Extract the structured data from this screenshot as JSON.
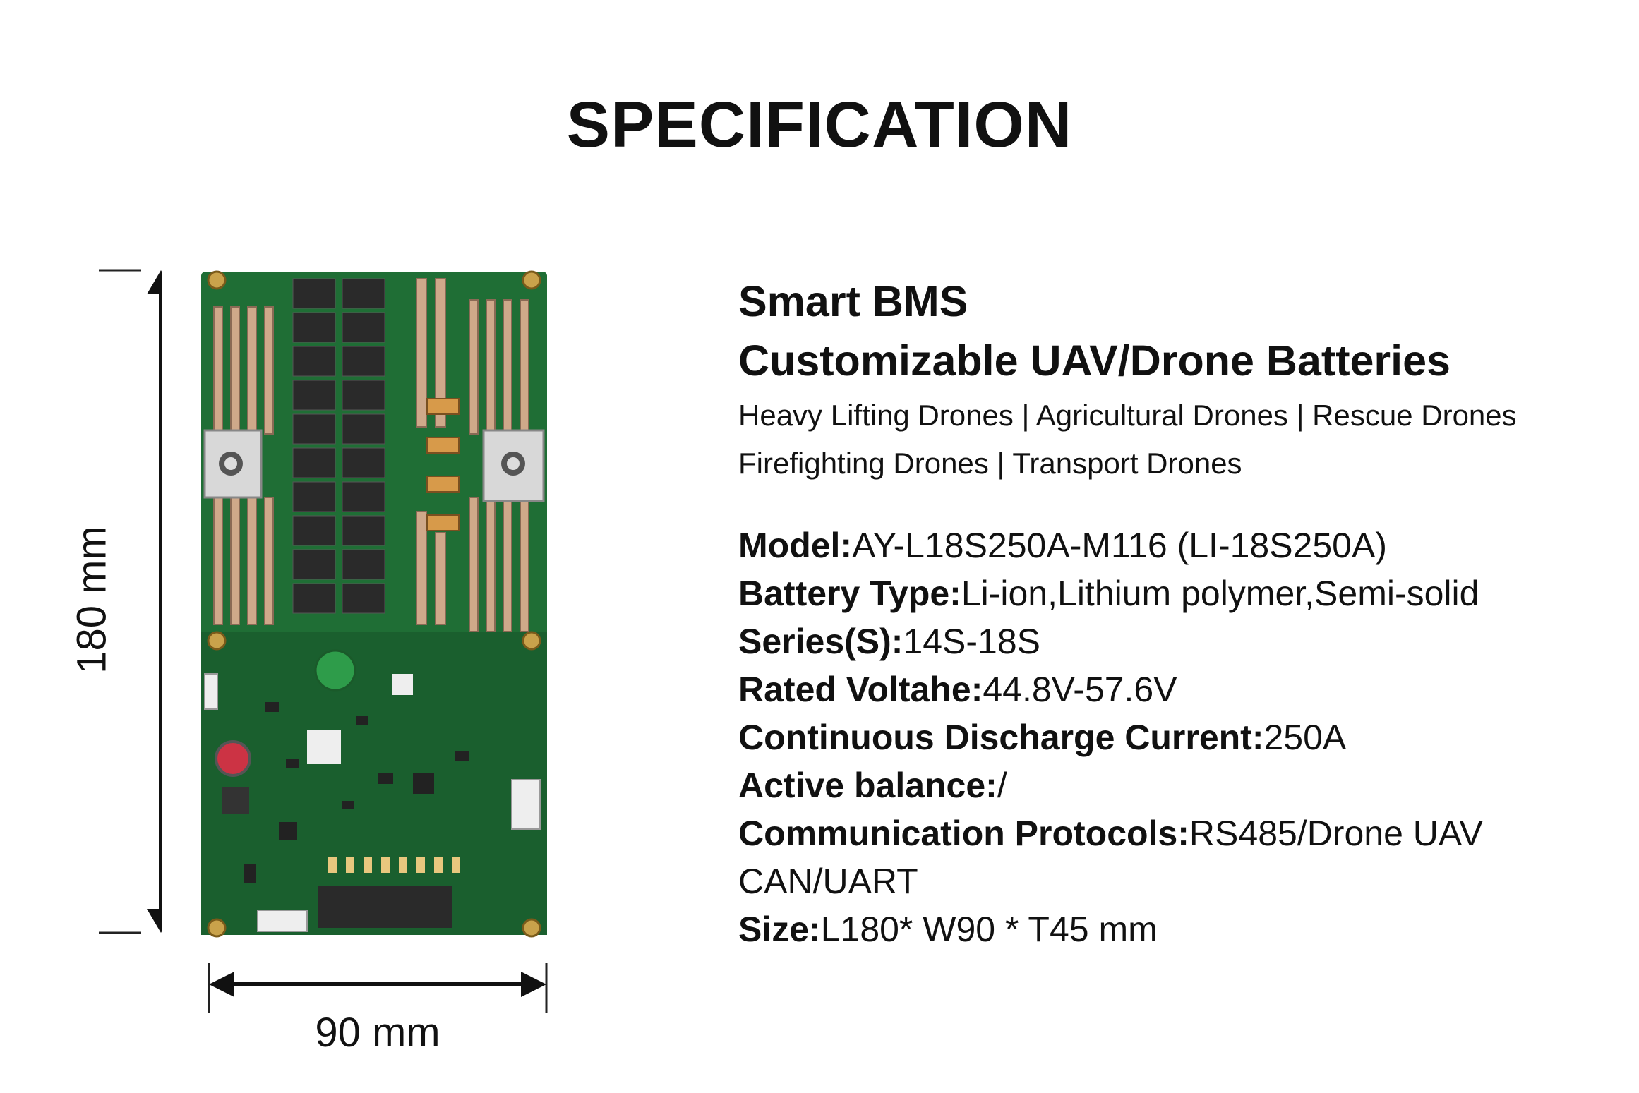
{
  "page": {
    "title": "SPECIFICATION"
  },
  "dimensions": {
    "height_label": "180 mm",
    "width_label": "90 mm"
  },
  "product": {
    "line1": "Smart BMS",
    "line2": "Customizable UAV/Drone Batteries",
    "applications": [
      "Heavy Lifting Drones | Agricultural Drones | Rescue Drones",
      "Firefighting Drones | Transport Drones"
    ]
  },
  "specs": [
    {
      "label": "Model:",
      "value": "AY-L18S250A-M116 (LI-18S250A)"
    },
    {
      "label": "Battery Type:",
      "value": "Li-ion,Lithium polymer,Semi-solid"
    },
    {
      "label": "Series(S):",
      "value": "14S-18S"
    },
    {
      "label": "Rated Voltahe:",
      "value": "44.8V-57.6V"
    },
    {
      "label": "Continuous Discharge Current:",
      "value": "250A"
    },
    {
      "label": "Active balance:",
      "value": "/"
    },
    {
      "label": "Communication Protocols:",
      "value": "RS485/Drone UAV"
    },
    {
      "label": "",
      "value": "CAN/UART"
    },
    {
      "label": "Size:",
      "value": "L180* W90 * T45 mm"
    }
  ],
  "colors": {
    "pcb_green": "#1f6e35",
    "copper": "#c8a27a",
    "mosfet": "#2a2a2a",
    "text": "#111111"
  }
}
